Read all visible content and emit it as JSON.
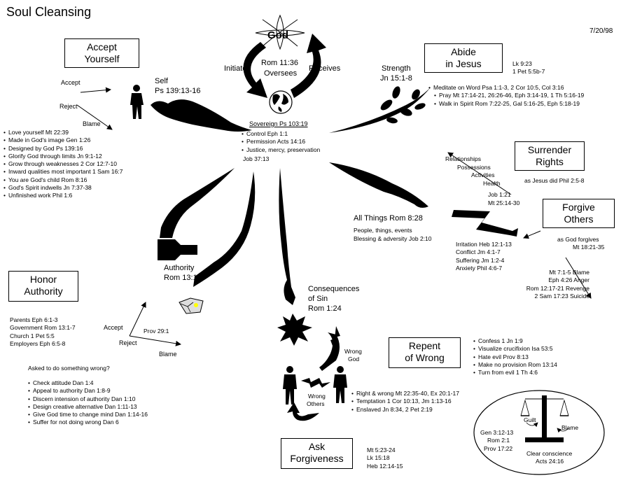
{
  "title": "Soul Cleansing",
  "date": "7/20/98",
  "god": {
    "label": "God",
    "initiates": "Initiates",
    "receives": "Receives",
    "rom": "Rom 11:36",
    "oversees": "Oversees"
  },
  "sovereign": {
    "heading": "Sovereign  Ps 103:19",
    "items": [
      "Control  Eph 1:1",
      "Permission  Acts 14:16",
      "Justice, mercy, preservation",
      "Job 37:13"
    ]
  },
  "accept_yourself": {
    "box": [
      "Accept",
      "Yourself"
    ],
    "self": "Self",
    "self_ref": "Ps 139:13-16",
    "accept": "Accept",
    "reject": "Reject",
    "blame": "Blame",
    "items": [
      "Love yourself  Mt 22:39",
      "Made in God's image  Gen 1:26",
      "Designed by God  Ps 139:16",
      "Glorify God through limits  Jn 9:1-12",
      "Grow through weaknesses  2 Cor 12:7-10",
      "Inward qualities most important 1 Sam 16:7",
      "You are God's child  Rom 8:16",
      "God's Spirit indwells  Jn 7:37-38",
      "Unfinished work  Phil 1:6"
    ]
  },
  "abide": {
    "box": [
      "Abide",
      "in Jesus"
    ],
    "strength": "Strength",
    "strength_ref": "Jn 15:1-8",
    "refs": [
      "Lk 9:23",
      "1 Pet 5:5b-7"
    ],
    "items": [
      "Meditate on Word  Psa 1:1-3, 2 Cor 10:5, Col 3:16",
      "Pray  Mt 17:14-21, 26:26-46, Eph 3:14-19, 1 Th 5:16-19",
      "Walk in Spirit  Rom 7:22-25, Gal 5:16-25, Eph 5:18-19"
    ]
  },
  "surrender": {
    "box": [
      "Surrender",
      "Rights"
    ],
    "as_jesus": "as Jesus did  Phil 2:5-8",
    "rights": [
      "Relationships",
      "Possessions",
      "Activities",
      "Health"
    ],
    "refs": [
      "Job 1:21",
      "Mt 25:14-30"
    ]
  },
  "all_things": {
    "label": "All Things  Rom 8:28",
    "items": [
      "People, things, events",
      "Blessing & adversity  Job 2:10"
    ]
  },
  "forgive": {
    "box": [
      "Forgive",
      "Others"
    ],
    "as_god": "as God forgives",
    "as_god_ref": "Mt 18:21-35",
    "pains": [
      "Irritation  Heb 12:1-13",
      "Conflict  Jm 4:1-7",
      "Suffering  Jm 1:2-4",
      "Anxiety  Phil 4:6-7"
    ],
    "blame": [
      "Mt 7:1-5  Blame",
      "Eph 4:26  Anger",
      "Rom 12:17-21  Revenge",
      "2 Sam 17:23  Suicide"
    ]
  },
  "authority": {
    "label": "Authority",
    "ref": "Rom 13:1",
    "box": [
      "Honor",
      "Authority"
    ],
    "items": [
      "Parents  Eph 6:1-3",
      "Government  Rom 13:1-7",
      "Church  1 Pet 5:5",
      "Employers  Eph 6:5-8"
    ],
    "accept": "Accept",
    "reject": "Reject",
    "blame": "Blame",
    "prov": "Prov 29:1",
    "asked": "Asked to do something wrong?",
    "wrong_items": [
      "Check attitude  Dan 1:4",
      "Appeal to authority  Dan 1:8-9",
      "Discern intension of authority  Dan 1:10",
      "Design creative alternative  Dan 1:11-13",
      "Give God time to change mind  Dan 1:14-16",
      "Suffer for not doing wrong  Dan 6"
    ]
  },
  "consequences": {
    "label": "Consequences",
    "label2": "of Sin",
    "ref": "Rom 1:24",
    "wrong_god": [
      "Wrong",
      "God"
    ],
    "wrong_others": [
      "Wrong",
      "Others"
    ],
    "items": [
      "Right & wrong  Mt 22:35-40, Ex 20:1-17",
      "Temptation  1 Cor 10:13, Jm 1:13-16",
      "Enslaved  Jn 8:34, 2 Pet 2:19"
    ]
  },
  "repent": {
    "box": [
      "Repent",
      "of Wrong"
    ],
    "items": [
      "Confess  1 Jn 1:9",
      "Visualize crucifixion  Isa 53:5",
      "Hate evil  Prov 8:13",
      "Make no provision  Rom 13:14",
      "Turn from evil  1 Th 4:6"
    ]
  },
  "ask": {
    "box": [
      "Ask",
      "Forgiveness"
    ],
    "refs": [
      "Mt 5:23-24",
      "Lk 15:18",
      "Heb 12:14-15"
    ]
  },
  "conscience": {
    "guilt": "Guilt",
    "blame": "Blame",
    "refs": [
      "Gen 3:12-13",
      "Rom 2:1",
      "Prov 17:22"
    ],
    "clear": "Clear conscience",
    "clear_ref": "Acts 24:16"
  }
}
